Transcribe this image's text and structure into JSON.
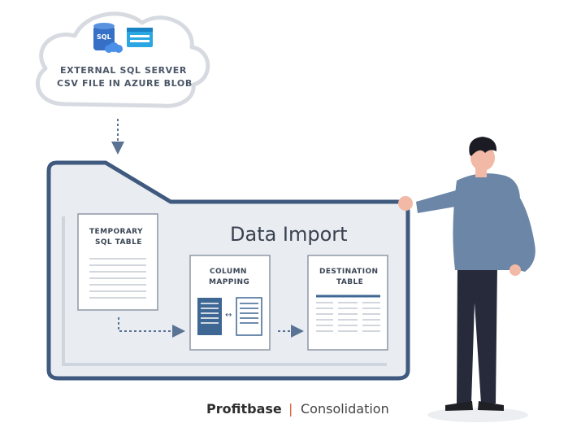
{
  "cloud": {
    "line1": "EXTERNAL SQL SERVER",
    "line2": "CSV FILE IN AZURE BLOB",
    "sql_icon_label": "SQL"
  },
  "folder": {
    "title": "Data Import"
  },
  "cards": {
    "temporary": {
      "line1": "TEMPORARY",
      "line2": "SQL TABLE"
    },
    "mapping": {
      "line1": "COLUMN",
      "line2": "MAPPING",
      "swap_symbol": "↔"
    },
    "destination": {
      "line1": "DESTINATION",
      "line2": "TABLE"
    }
  },
  "brand": {
    "name": "Profitbase",
    "divider": "|",
    "product": "Consolidation"
  },
  "colors": {
    "accent": "#3f6794",
    "folder_border": "#3f5a7e",
    "folder_fill": "#e9ecf1",
    "brand_divider": "#e0663a",
    "person_shirt": "#6b86a6"
  }
}
